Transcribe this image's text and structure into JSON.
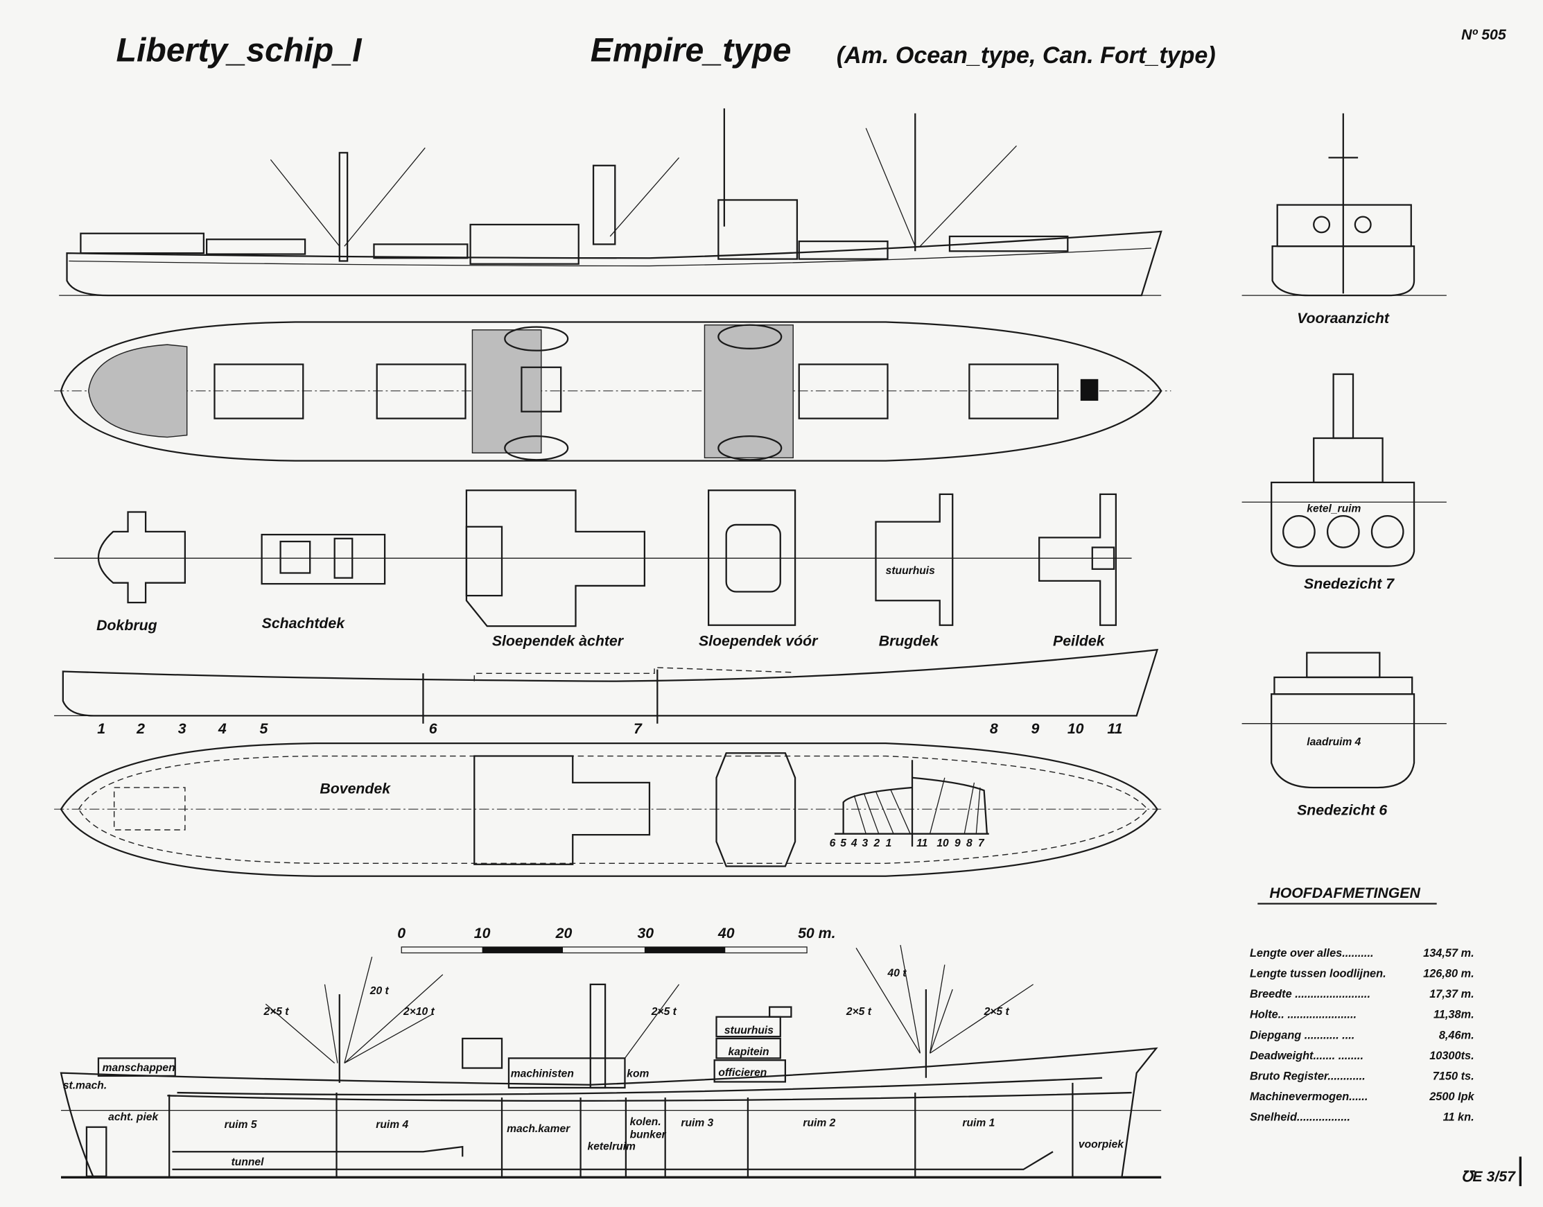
{
  "title": {
    "left": "Liberty_schip_I",
    "main": "Empire_type",
    "variants": "(Am. Ocean_type, Can. Fort_type)",
    "number": "Nº 505"
  },
  "views": {
    "front": "Vooraanzicht",
    "section7": "Snedezicht 7",
    "section7_label": "ketel_ruim",
    "section6": "Snedezicht 6",
    "section6_label": "laadruim 4",
    "bovendek": "Bovendek"
  },
  "decks": [
    {
      "label": "Dokbrug"
    },
    {
      "label": "Schachtdek"
    },
    {
      "label": "Sloependek àchter"
    },
    {
      "label": "Sloependek vóór"
    },
    {
      "label": "Brugdek",
      "inner": "stuurhuis"
    },
    {
      "label": "Peildek"
    }
  ],
  "frames": [
    "1",
    "2",
    "3",
    "4",
    "5",
    "6",
    "7",
    "8",
    "9",
    "10",
    "11"
  ],
  "body_plan_numbers": [
    "6",
    "5",
    "4",
    "3",
    "2",
    "1",
    "11",
    "10",
    "9",
    "8",
    "7"
  ],
  "scale_bar": [
    "0",
    "10",
    "20",
    "30",
    "40",
    "50 m."
  ],
  "profile_labels": {
    "manschappen": "manschappen",
    "st_mach": "st.mach.",
    "acht_piek": "acht. piek",
    "ruim5": "ruim 5",
    "ruim4": "ruim 4",
    "tunnel": "tunnel",
    "mach_kamer": "mach.kamer",
    "ketelruim": "ketelruim",
    "kolen": "kolen.",
    "bunker": "bunker",
    "ruim3": "ruim 3",
    "ruim2": "ruim 2",
    "ruim1": "ruim 1",
    "voorpiek": "voorpiek",
    "machinisten": "machinisten",
    "kom": "kom",
    "stuurhuis": "stuurhuis",
    "kapitein": "kapitein",
    "officieren": "officieren"
  },
  "booms": [
    "2×5 t",
    "20 t",
    "2×10 t",
    "2×5 t",
    "40 t",
    "2×5 t",
    "2×5 t"
  ],
  "specs": {
    "heading": "HOOFDAFMETINGEN",
    "rows": [
      {
        "label": "Lengte over alles..........",
        "value": "134,57 m."
      },
      {
        "label": "Lengte tussen loodlijnen.",
        "value": "126,80 m."
      },
      {
        "label": "Breedte ........................",
        "value": "17,37 m."
      },
      {
        "label": "Holte..  ......................",
        "value": "11,38m."
      },
      {
        "label": "Diepgang ........... ....",
        "value": "8,46m."
      },
      {
        "label": "Deadweight....... ........",
        "value": "10300ts."
      },
      {
        "label": "Bruto Register............",
        "value": "7150 ts."
      },
      {
        "label": "Machinevermogen......",
        "value": "2500 Ipk"
      },
      {
        "label": "Snelheid.................",
        "value": "11 kn."
      }
    ]
  },
  "footer_code": "℧E 3/57"
}
